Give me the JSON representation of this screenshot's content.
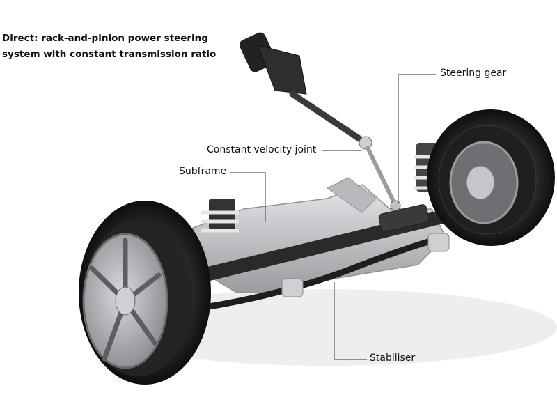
{
  "title": {
    "line1": "Direct: rack-and-pinion power steering",
    "line2": "system with constant transmission ratio"
  },
  "labels": {
    "steering_gear": "Steering gear",
    "constant_velocity_joint": "Constant velocity joint",
    "subframe": "Subframe",
    "stabiliser": "Stabiliser"
  },
  "colors": {
    "background": "#ffffff",
    "tyre": "#1c1c1c",
    "metal": "#c8c9cc",
    "leader": "#555555"
  }
}
